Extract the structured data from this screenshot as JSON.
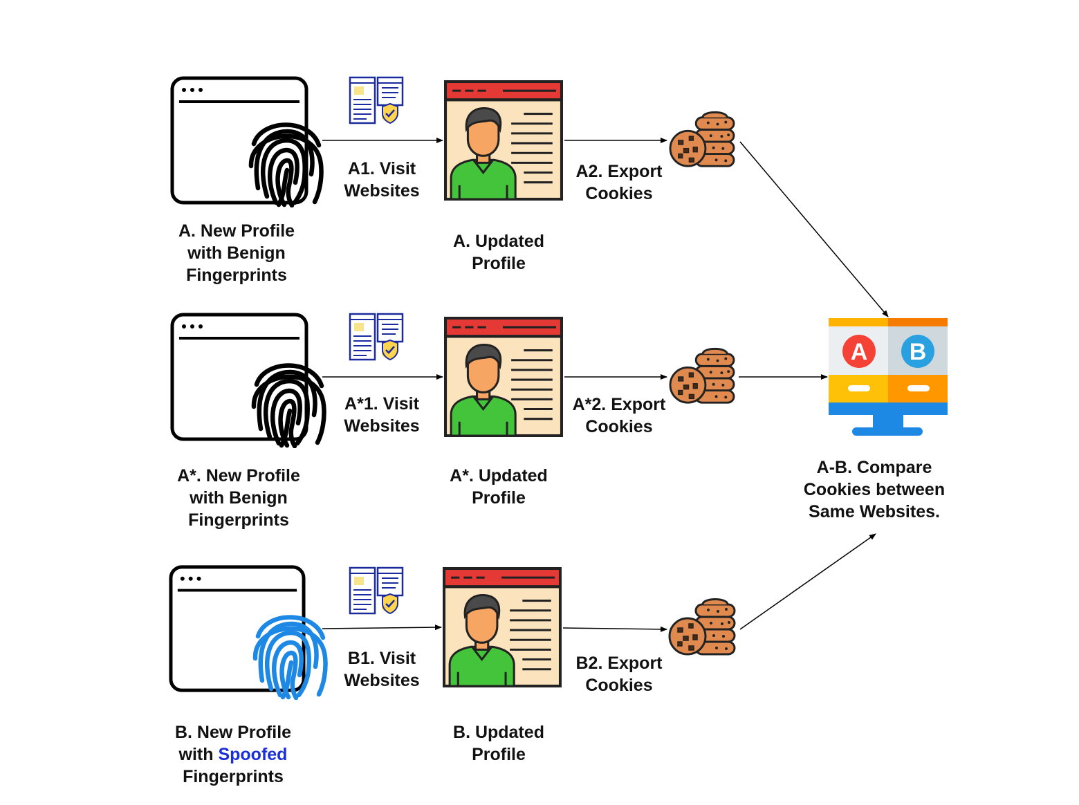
{
  "colors": {
    "benign_fingerprint": "#000000",
    "spoofed_fingerprint": "#1e88e5",
    "spoofed_text": "#1a2fd8",
    "profile_bar": "#e53935",
    "profile_bg": "#fbe3bd",
    "shirt": "#43c43b",
    "skin": "#f7a562",
    "cookie": "#e08a4f",
    "monitor_top": "#ffc107",
    "monitor_bottom": "#ff9800",
    "monitor_stand": "#1e88e5",
    "badge_a": "#f44336",
    "badge_b": "#29a0e0",
    "doc_blue": "#1b2a9c"
  },
  "rows": [
    {
      "id": "A",
      "profile_label": [
        "A. New Profile",
        "with Benign",
        "Fingerprints"
      ],
      "fingerprint": "benign",
      "visit_label": [
        "A1. Visit",
        "Websites"
      ],
      "updated_label": [
        "A. Updated",
        "Profile"
      ],
      "export_label": [
        "A2. Export",
        "Cookies"
      ]
    },
    {
      "id": "A*",
      "profile_label": [
        "A*. New Profile",
        "with Benign",
        "Fingerprints"
      ],
      "fingerprint": "benign",
      "visit_label": [
        "A*1. Visit",
        "Websites"
      ],
      "updated_label": [
        "A*. Updated",
        "Profile"
      ],
      "export_label": [
        "A*2. Export",
        "Cookies"
      ]
    },
    {
      "id": "B",
      "profile_label_line1": "B. New Profile",
      "profile_label_line2_prefix": "with ",
      "profile_label_line2_emph": "Spoofed",
      "profile_label_line3": "Fingerprints",
      "fingerprint": "spoofed",
      "visit_label": [
        "B1. Visit",
        "Websites"
      ],
      "updated_label": [
        "B. Updated",
        "Profile"
      ],
      "export_label": [
        "B2. Export",
        "Cookies"
      ]
    }
  ],
  "compare": {
    "badge_a": "A",
    "badge_b": "B",
    "label": [
      "A-B. Compare",
      "Cookies between",
      "Same Websites."
    ]
  },
  "icons": {
    "browser": "browser-window-icon",
    "fingerprint": "fingerprint-icon",
    "websites": "website-documents-icon",
    "profile": "user-profile-icon",
    "cookies": "cookies-icon",
    "compare": "ab-compare-monitor-icon"
  }
}
